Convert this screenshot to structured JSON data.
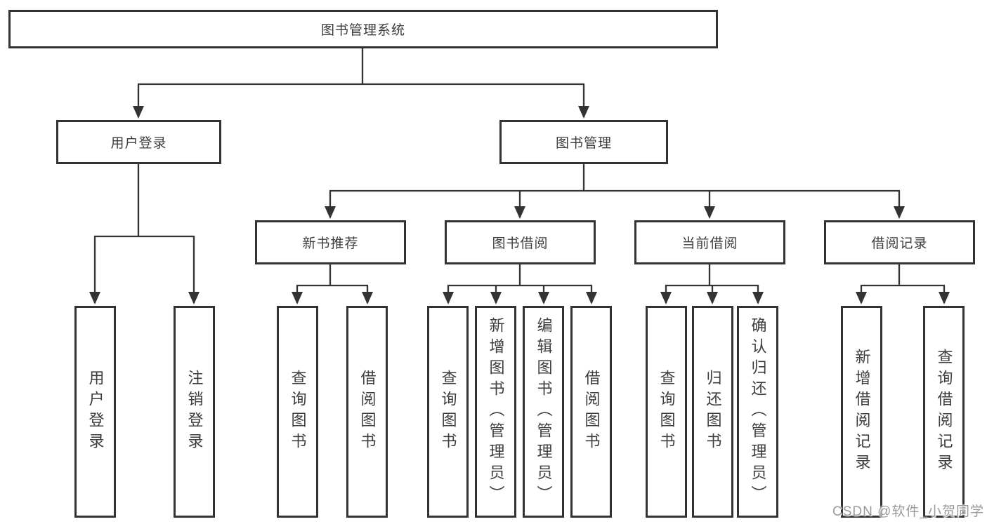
{
  "tree": {
    "root": {
      "label": "图书管理系统",
      "children": [
        {
          "label": "用户登录",
          "children": [
            {
              "label": "用户登录"
            },
            {
              "label": "注销登录"
            }
          ]
        },
        {
          "label": "图书管理",
          "children": [
            {
              "label": "新书推荐",
              "children": [
                {
                  "label": "查询图书"
                },
                {
                  "label": "借阅图书"
                }
              ]
            },
            {
              "label": "图书借阅",
              "children": [
                {
                  "label": "查询图书"
                },
                {
                  "label": "新增图书（管理员）"
                },
                {
                  "label": "编辑图书（管理员）"
                },
                {
                  "label": "借阅图书"
                }
              ]
            },
            {
              "label": "当前借阅",
              "children": [
                {
                  "label": "查询图书"
                },
                {
                  "label": "归还图书"
                },
                {
                  "label": "确认归还（管理员）"
                }
              ]
            },
            {
              "label": "借阅记录",
              "children": [
                {
                  "label": "新增借阅记录"
                },
                {
                  "label": "查询借阅记录"
                }
              ]
            }
          ]
        }
      ]
    }
  },
  "watermark": {
    "text": "CSDN @软件_小贺同学"
  },
  "colors": {
    "line": "#333333",
    "box_border": "#333333",
    "text": "#3d3d3d",
    "watermark_text": "#9a9a9a",
    "background": "#ffffff"
  }
}
